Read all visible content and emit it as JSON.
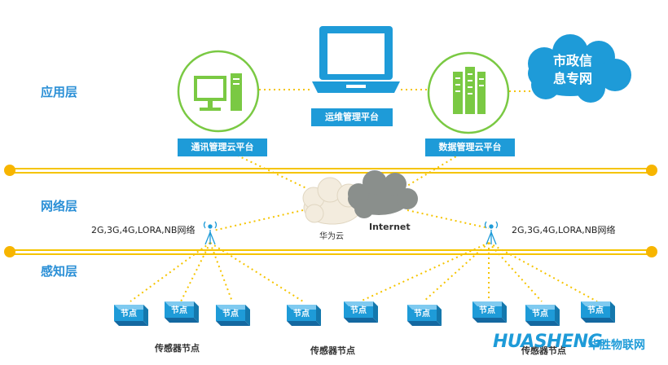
{
  "layers": {
    "application": "应用层",
    "network": "网络层",
    "perception": "感知层"
  },
  "platforms": {
    "ops": "运维管理平台",
    "comm": "通讯管理云平台",
    "data": "数据管理云平台"
  },
  "cloud_service": {
    "line1": "市政信",
    "line2": "息专网"
  },
  "internet": {
    "huawei": "华为云",
    "internet": "Internet"
  },
  "network_types": {
    "left": "2G,3G,4G,LORA,NB网络",
    "right": "2G,3G,4G,LORA,NB网络"
  },
  "node_label": "节点",
  "sensor_groups": {
    "g1": "传感器节点",
    "g2": "传感器节点",
    "g3": "传感器节点"
  },
  "brand": {
    "en": "HUASHENG",
    "cn": "华胜物联网"
  },
  "colors": {
    "accent": "#1e9bd8",
    "green": "#7ac943",
    "yellow": "#f7b500",
    "dotted": "#f5c400"
  }
}
